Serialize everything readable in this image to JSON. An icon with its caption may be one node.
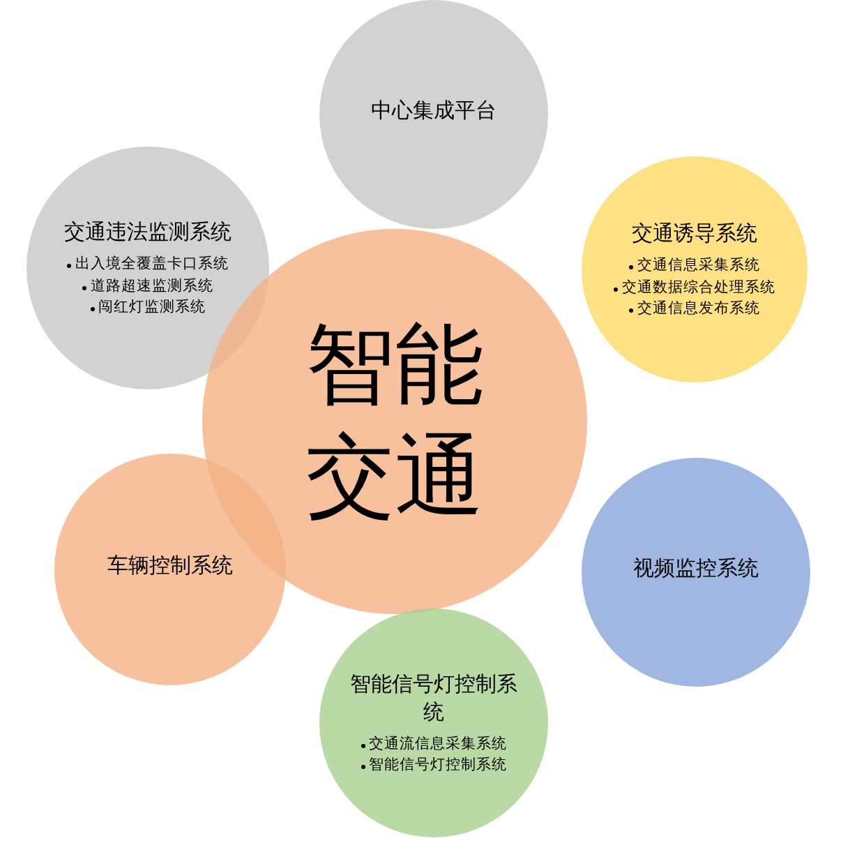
{
  "diagram": {
    "nodes": [
      {
        "text": [
          "中心集成平台"
        ]
      },
      {
        "text": [
          "交通违法监测系统",
          "出入境全覆盖卡口系统",
          "道路超速监测系统",
          "闯红灯监测系统"
        ]
      },
      {
        "text": [
          "交通诱导系统",
          "交通信息采集系统",
          "交通数据综合处理系统",
          "交通信息发布系统"
        ]
      },
      {
        "text": [
          "智能交通"
        ]
      },
      {
        "text": [
          "车辆控制系统"
        ]
      },
      {
        "text": [
          "视频监控系统"
        ]
      },
      {
        "text": [
          "智能信号灯控制系统",
          "交通流信息采集系统",
          "智能信号灯控制系统"
        ]
      }
    ]
  }
}
